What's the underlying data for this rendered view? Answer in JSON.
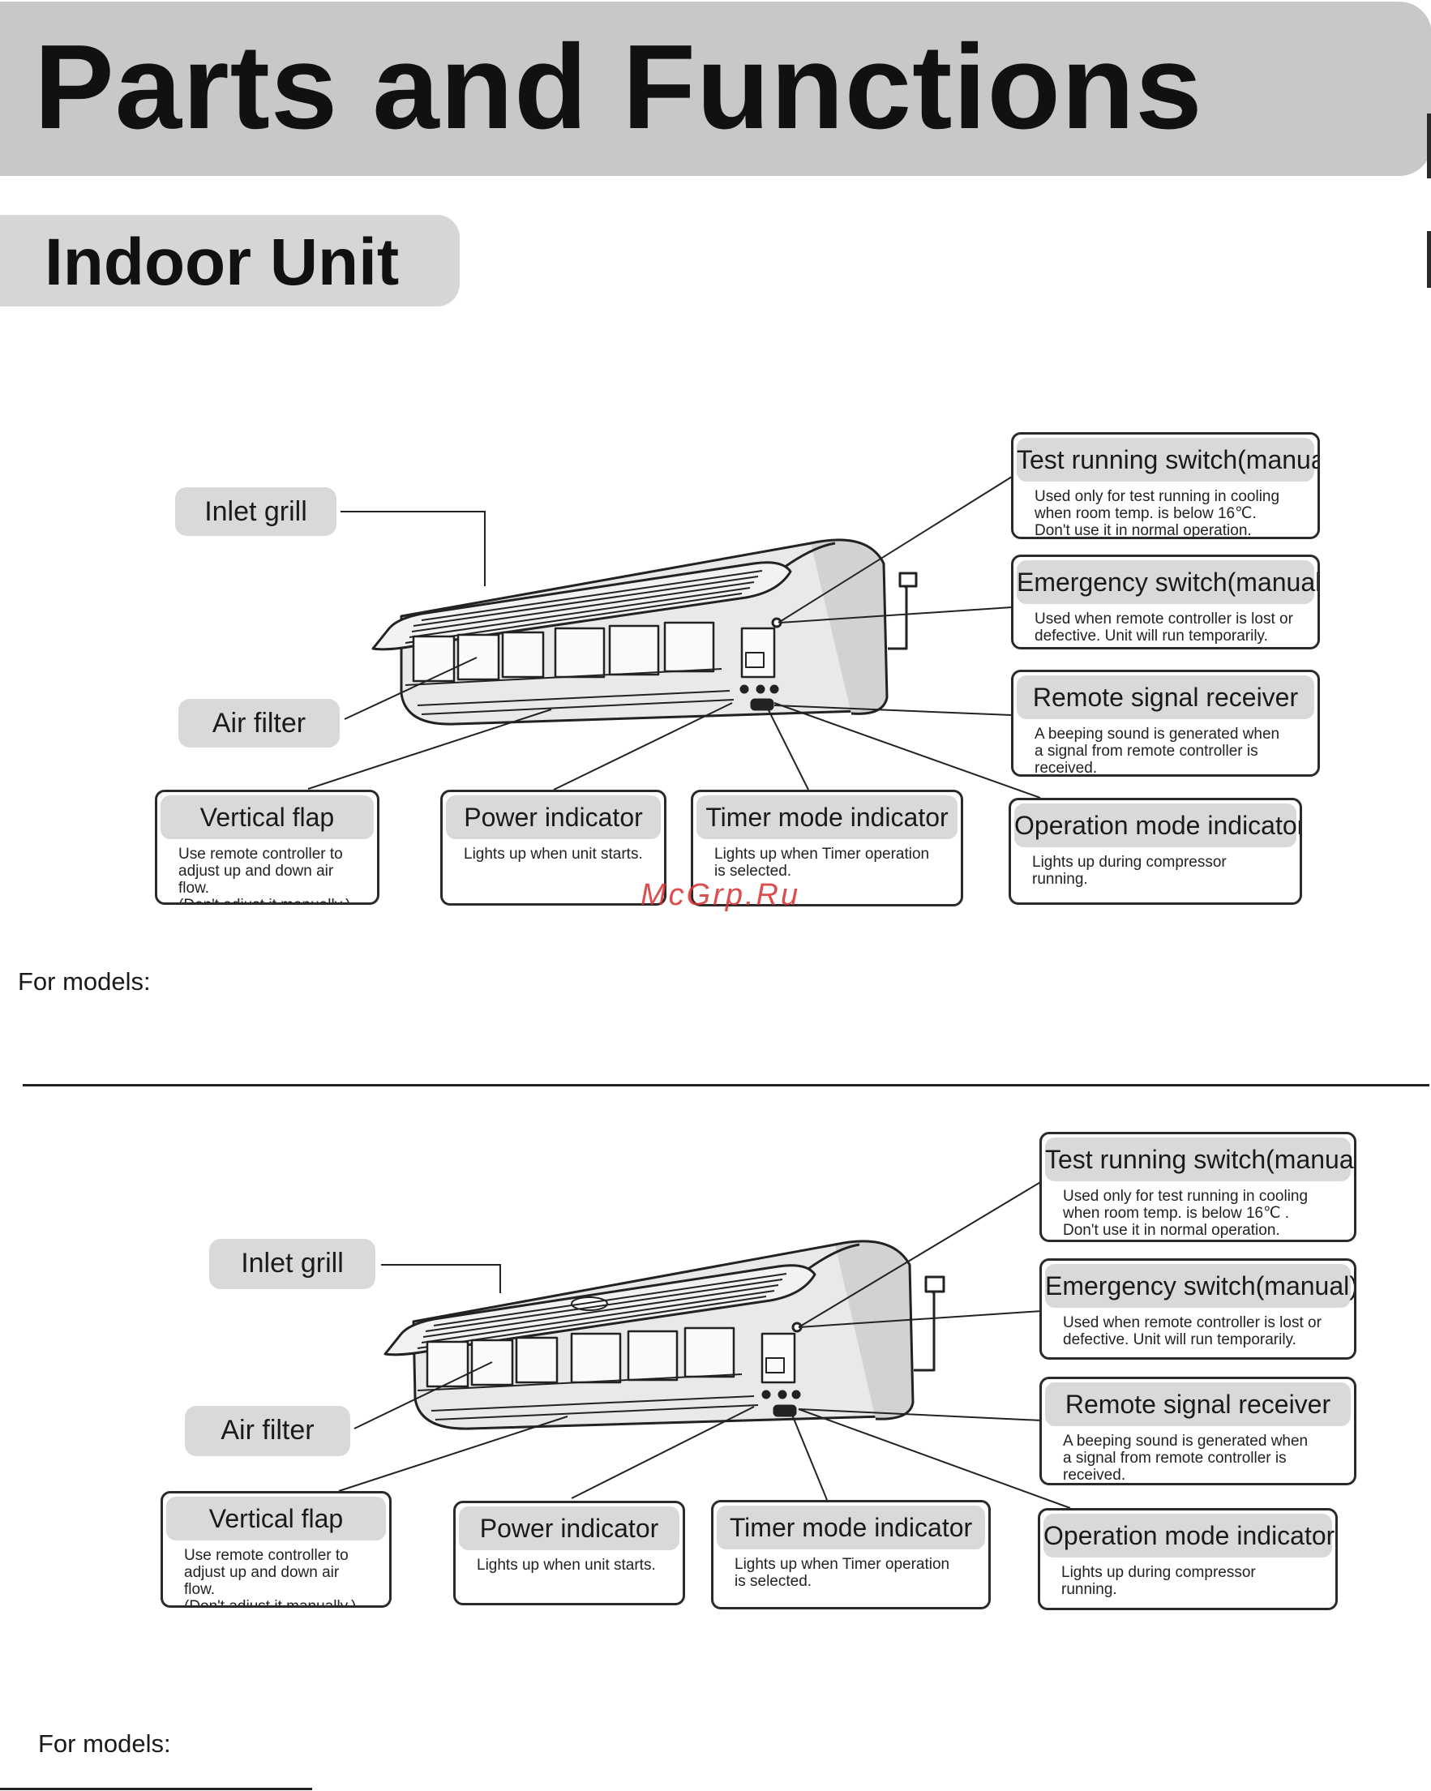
{
  "header": {
    "title": "Parts and Functions"
  },
  "section": {
    "title": "Indoor Unit"
  },
  "watermark": "McGrp.Ru",
  "diagrams": [
    {
      "inlet_grill": "Inlet grill",
      "air_filter": "Air filter",
      "vertical_flap": {
        "title": "Vertical flap",
        "desc": "Use remote controller to\nadjust up and down air flow.\n (Don't adjust it manually.)"
      },
      "power_indicator": {
        "title": "Power indicator",
        "desc": "Lights up when unit starts."
      },
      "timer_indicator": {
        "title": "Timer mode indicator",
        "desc": "Lights up when Timer operation\nis selected."
      },
      "operation_indicator": {
        "title": "Operation mode indicator",
        "desc": "Lights up during compressor\nrunning."
      },
      "test_switch": {
        "title": "Test running switch(manual)",
        "desc": "Used only for test running in cooling\nwhen room temp.  is below 16℃.\nDon't use it in normal operation."
      },
      "emergency_switch": {
        "title": "Emergency switch(manual)",
        "desc": "Used when remote controller is lost or\ndefective. Unit will run temporarily."
      },
      "remote_receiver": {
        "title": "Remote signal receiver",
        "desc": "A beeping sound is generated when\na signal from remote controller is\nreceived."
      },
      "for_models": "For models:"
    },
    {
      "inlet_grill": "Inlet grill",
      "air_filter": "Air filter",
      "vertical_flap": {
        "title": "Vertical flap",
        "desc": "Use remote controller to\nadjust up and down air flow.\n (Don't adjust it manually.)"
      },
      "power_indicator": {
        "title": "Power indicator",
        "desc": "Lights up when unit starts."
      },
      "timer_indicator": {
        "title": "Timer mode indicator",
        "desc": "Lights up when Timer operation\nis selected."
      },
      "operation_indicator": {
        "title": "Operation mode indicator",
        "desc": "Lights up during compressor\nrunning."
      },
      "test_switch": {
        "title": "Test running switch(manual)",
        "desc": "Used only for test running in cooling\nwhen room temp.  is below 16℃ .\nDon't use it in normal operation."
      },
      "emergency_switch": {
        "title": "Emergency switch(manual)",
        "desc": "Used when remote controller is lost or\ndefective. Unit will run temporarily."
      },
      "remote_receiver": {
        "title": "Remote signal receiver",
        "desc": "A beeping sound is generated when\na signal from remote controller is\nreceived."
      },
      "for_models": "For models:"
    }
  ]
}
